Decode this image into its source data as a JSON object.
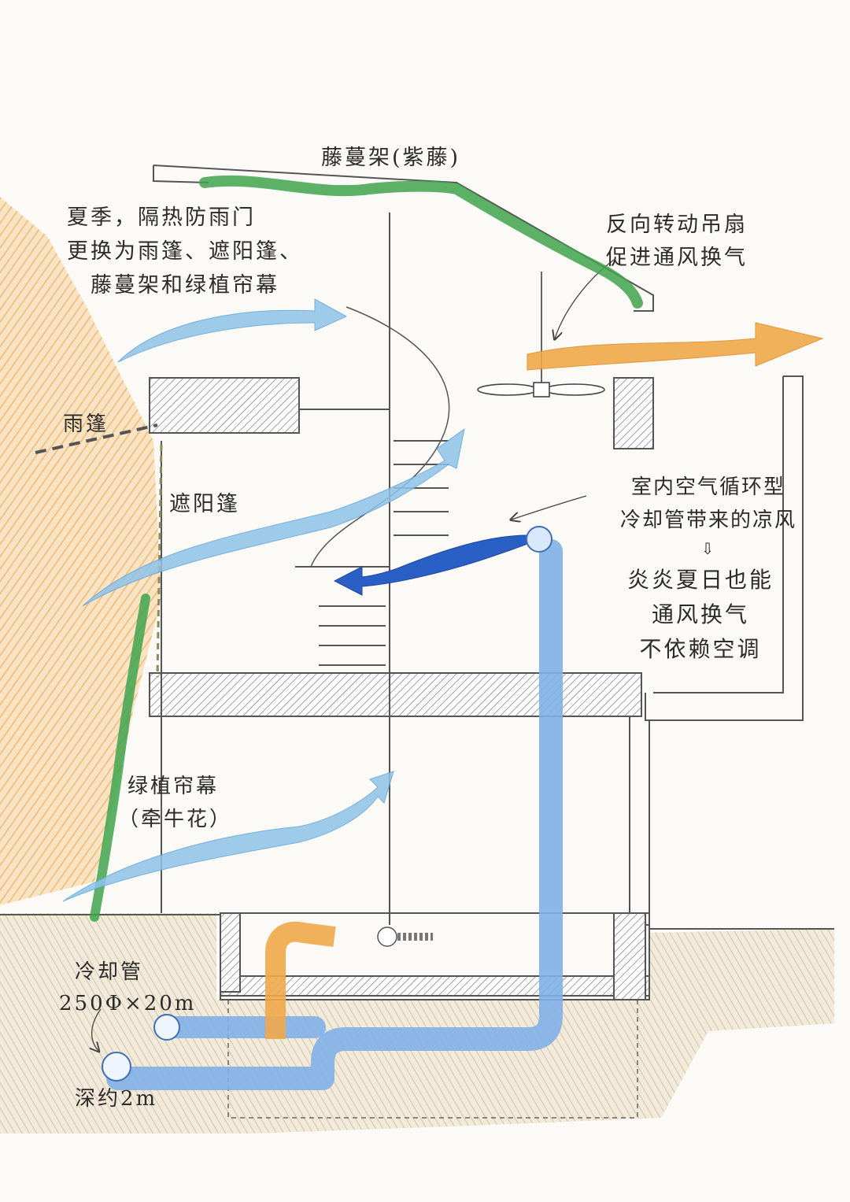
{
  "labels": {
    "trellis": "藤蔓架(紫藤)",
    "summer_note": [
      "夏季，隔热防雨门",
      "更换为雨篷、遮阳篷、",
      "藤蔓架和绿植帘幕"
    ],
    "fan_note": [
      "反向转动吊扇",
      "促进通风换气"
    ],
    "rain_awning": "雨篷",
    "sun_awning": "遮阳篷",
    "cool_air_note": [
      "室内空气循环型",
      "冷却管带来的凉风"
    ],
    "arrow_symbol": "⇩",
    "result_note": [
      "炎炎夏日也能",
      "通风换气",
      "不依赖空调"
    ],
    "green_curtain": [
      "绿植帘幕",
      "（牵牛花）"
    ],
    "cooling_pipe": [
      "冷却管",
      "250Φ×20m"
    ],
    "depth": "深约2m"
  },
  "colors": {
    "paper": "#fbfaf6",
    "orange_hatch": "#f2b25e",
    "green_vine": "#3fa34d",
    "light_blue_air": "#8fc3ea",
    "dark_blue_air": "#2a5fc6",
    "pipe_blue": "#7fb0e6",
    "pipe_orange": "#f0a94a",
    "ground_hatch": "#c9b89a",
    "ink": "#3a3a3a"
  }
}
